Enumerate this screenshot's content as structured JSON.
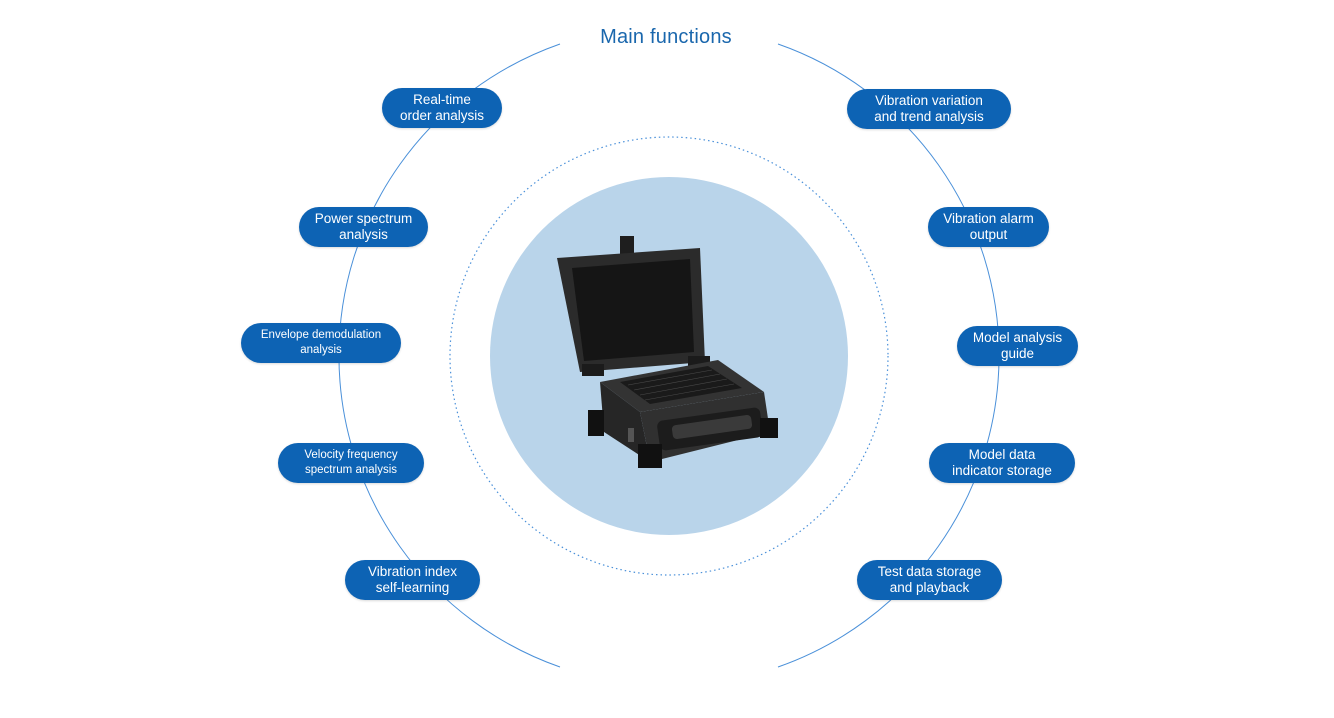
{
  "title": "Main functions",
  "colors": {
    "accent": "#0d63b4",
    "title": "#1a67ad",
    "ring": "#4a90d9",
    "center_disc": "#b9d4ea",
    "device_body": "#2b2b2b"
  },
  "device": {
    "icon": "rugged-portable-laptop-icon"
  },
  "left_functions": [
    {
      "line1": "Real-time",
      "line2": "order analysis"
    },
    {
      "line1": "Power spectrum",
      "line2": "analysis"
    },
    {
      "line1": "Envelope demodulation",
      "line2": "analysis"
    },
    {
      "line1": "Velocity frequency",
      "line2": "spectrum analysis"
    },
    {
      "line1": "Vibration index",
      "line2": "self-learning"
    }
  ],
  "right_functions": [
    {
      "line1": "Vibration variation",
      "line2": "and trend analysis"
    },
    {
      "line1": "Vibration alarm",
      "line2": "output"
    },
    {
      "line1": "Model analysis",
      "line2": "guide"
    },
    {
      "line1": "Model data",
      "line2": "indicator storage"
    },
    {
      "line1": "Test data storage",
      "line2": "and playback"
    }
  ]
}
